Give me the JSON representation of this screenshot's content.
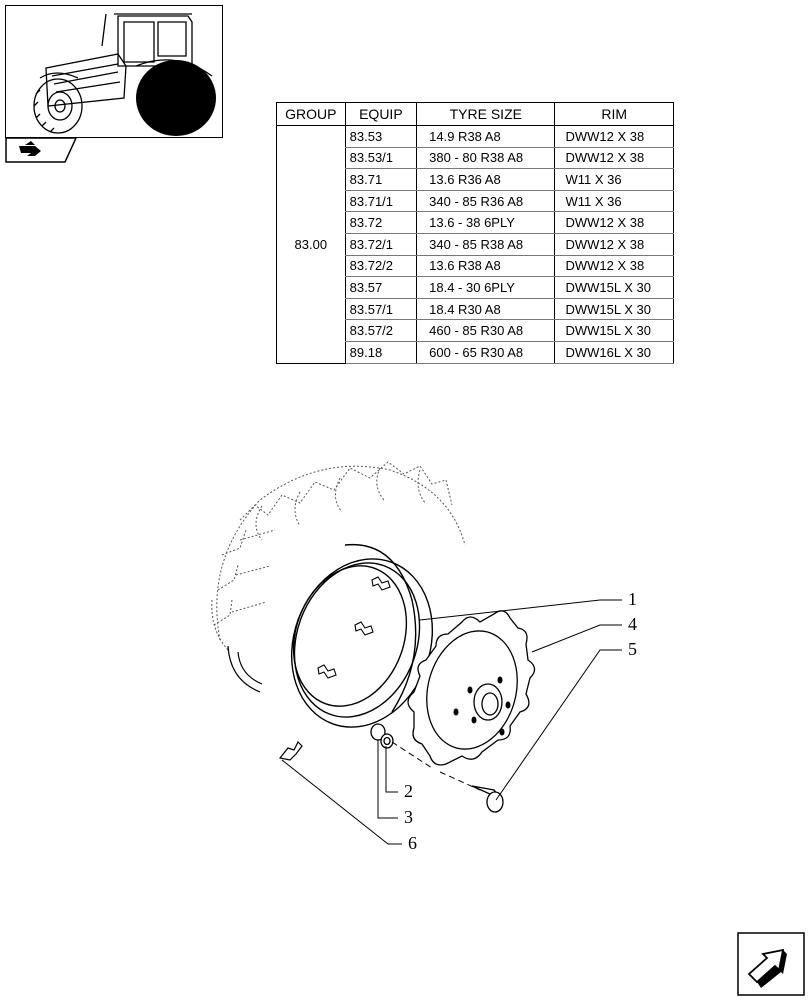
{
  "table": {
    "headers": [
      "GROUP",
      "EQUIP",
      "TYRE SIZE",
      "RIM"
    ],
    "group": "83.00",
    "rows": [
      {
        "equip": "83.53",
        "tyre": "14.9 R38 A8",
        "rim": "DWW12 X 38"
      },
      {
        "equip": "83.53/1",
        "tyre": "380 - 80 R38 A8",
        "rim": "DWW12 X 38"
      },
      {
        "equip": "83.71",
        "tyre": "13.6 R36 A8",
        "rim": "W11 X 36"
      },
      {
        "equip": "83.71/1",
        "tyre": "340 - 85 R36 A8",
        "rim": "W11 X 36"
      },
      {
        "equip": "83.72",
        "tyre": "13.6 - 38 6PLY",
        "rim": "DWW12 X 38"
      },
      {
        "equip": "83.72/1",
        "tyre": "340 - 85 R38 A8",
        "rim": "DWW12 X 38"
      },
      {
        "equip": "83.72/2",
        "tyre": "13.6 R38 A8",
        "rim": "DWW12 X 38"
      },
      {
        "equip": "83.57",
        "tyre": "18.4 - 30 6PLY",
        "rim": "DWW15L X 30"
      },
      {
        "equip": "83.57/1",
        "tyre": "18.4 R30 A8",
        "rim": "DWW15L X 30"
      },
      {
        "equip": "83.57/2",
        "tyre": "460 - 85 R30 A8",
        "rim": "DWW15L X 30"
      },
      {
        "equip": "89.18",
        "tyre": "600 - 65 R30 A8",
        "rim": "DWW16L X 30"
      }
    ]
  },
  "callouts": [
    "1",
    "4",
    "5",
    "2",
    "3",
    "6"
  ],
  "icons": {
    "thumbnail": "tractor-rear-wheel-thumbnail",
    "prev": "previous-page-arrow-icon",
    "next": "next-page-arrow-icon"
  }
}
